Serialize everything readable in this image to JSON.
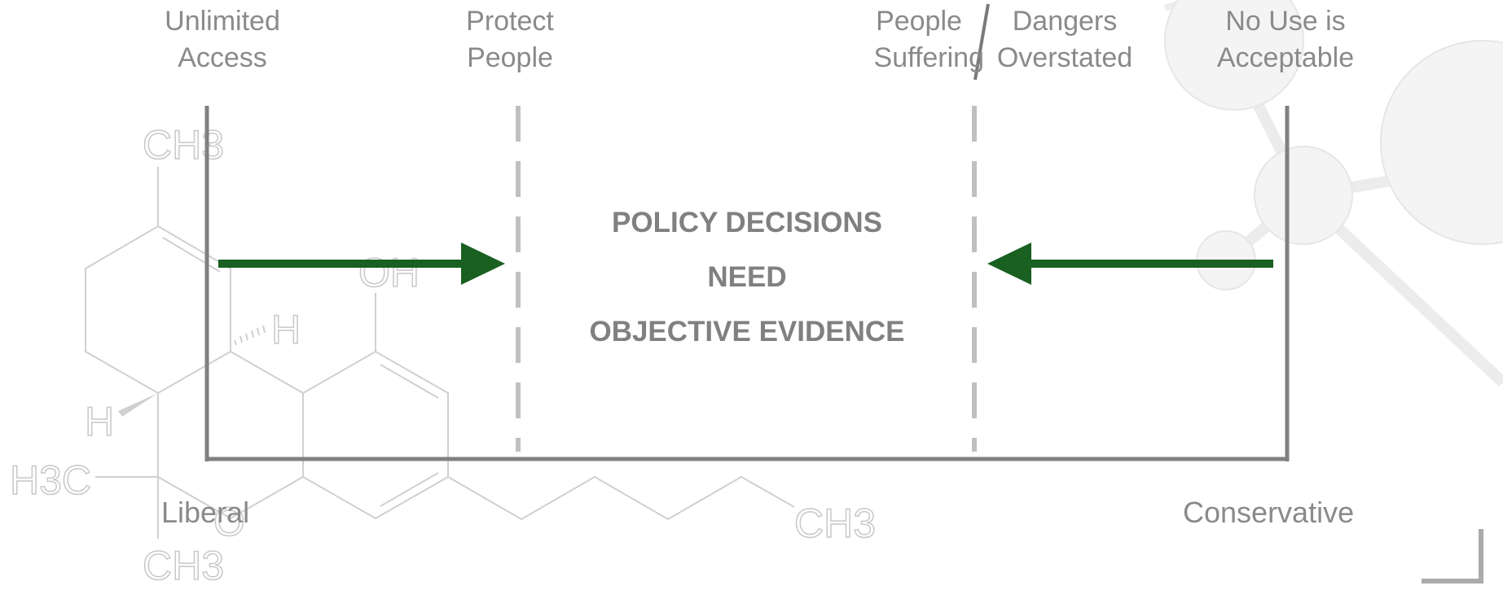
{
  "scale": {
    "positions": [
      {
        "line1": "Unlimited",
        "line2": "Access"
      },
      {
        "line1": "Protect",
        "line2": "People"
      },
      {
        "line1": "People",
        "line2": "Suffering"
      },
      {
        "line1": "Dangers",
        "line2": "Overstated"
      },
      {
        "line1": "No Use is",
        "line2": "Acceptable"
      }
    ],
    "left_end": "Liberal",
    "right_end": "Conservative"
  },
  "center_message": [
    "POLICY DECISIONS",
    "NEED",
    "OBJECTIVE EVIDENCE"
  ],
  "molecule_labels": {
    "ch3_top": "CH3",
    "oh": "OH",
    "h_upper": "H",
    "h_lower": "H",
    "h3c": "H3C",
    "o": "O",
    "ch3_right": "CH3",
    "ch3_bottom": "CH3"
  },
  "colors": {
    "arrow": "#196021",
    "frame": "#808080",
    "dashed": "#c0c0c0",
    "text": "#8a8a8a"
  }
}
